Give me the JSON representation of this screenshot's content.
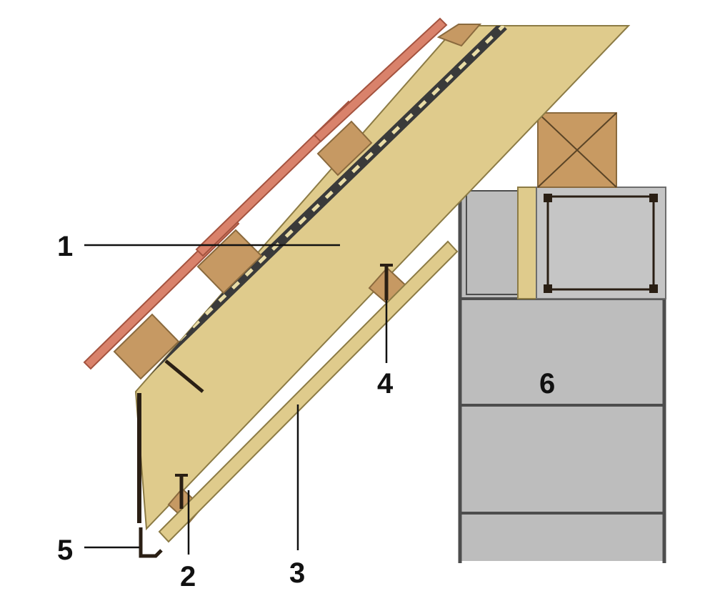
{
  "colors": {
    "background": "#ffffff",
    "tile": "#d9826b",
    "tile_edge": "#a4533f",
    "rafter": "#dfcb8c",
    "rafter_edge": "#8c7b45",
    "batten": "#c69963",
    "batten_edge": "#8a6a3e",
    "membrane": "#3a3a3a",
    "membrane_dash": "#e9dca6",
    "wall": "#bdbdbd",
    "wall_edge": "#4d4d4d",
    "ring_beam": "#c5c5c5",
    "mauerlat": "#c89a62",
    "metal": "#2a1f14",
    "leader": "#111111"
  },
  "callouts": [
    {
      "id": "1",
      "label": "1"
    },
    {
      "id": "2",
      "label": "2"
    },
    {
      "id": "3",
      "label": "3"
    },
    {
      "id": "4",
      "label": "4"
    },
    {
      "id": "5",
      "label": "5"
    },
    {
      "id": "6",
      "label": "6"
    }
  ]
}
